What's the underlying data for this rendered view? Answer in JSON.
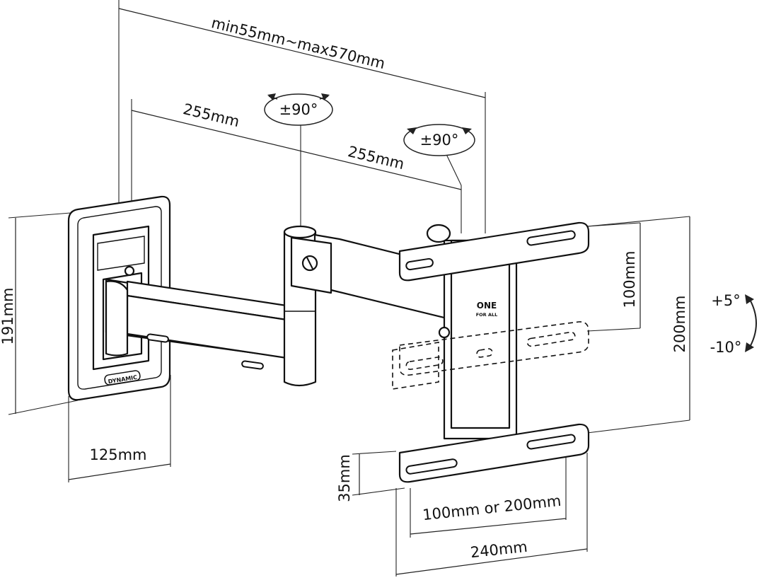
{
  "diagram": {
    "dimensions": {
      "arm_extension": "min55mm~max570mm",
      "arm_segment_1": "255mm",
      "arm_segment_2": "255mm",
      "swivel_1": "±90°",
      "swivel_2": "±90°",
      "wall_plate_height": "191mm",
      "wall_plate_width": "125mm",
      "vesa_vertical_inner": "100mm",
      "vesa_vertical_outer": "200mm",
      "tilt_up": "+5°",
      "tilt_down": "-10°",
      "rail_height": "35mm",
      "vesa_horizontal": "100mm or 200mm",
      "rail_width": "240mm"
    },
    "branding": {
      "wall_plate_badge": "DYNAMIC",
      "logo_line1": "ONE",
      "logo_line2": "FOR ALL"
    }
  }
}
